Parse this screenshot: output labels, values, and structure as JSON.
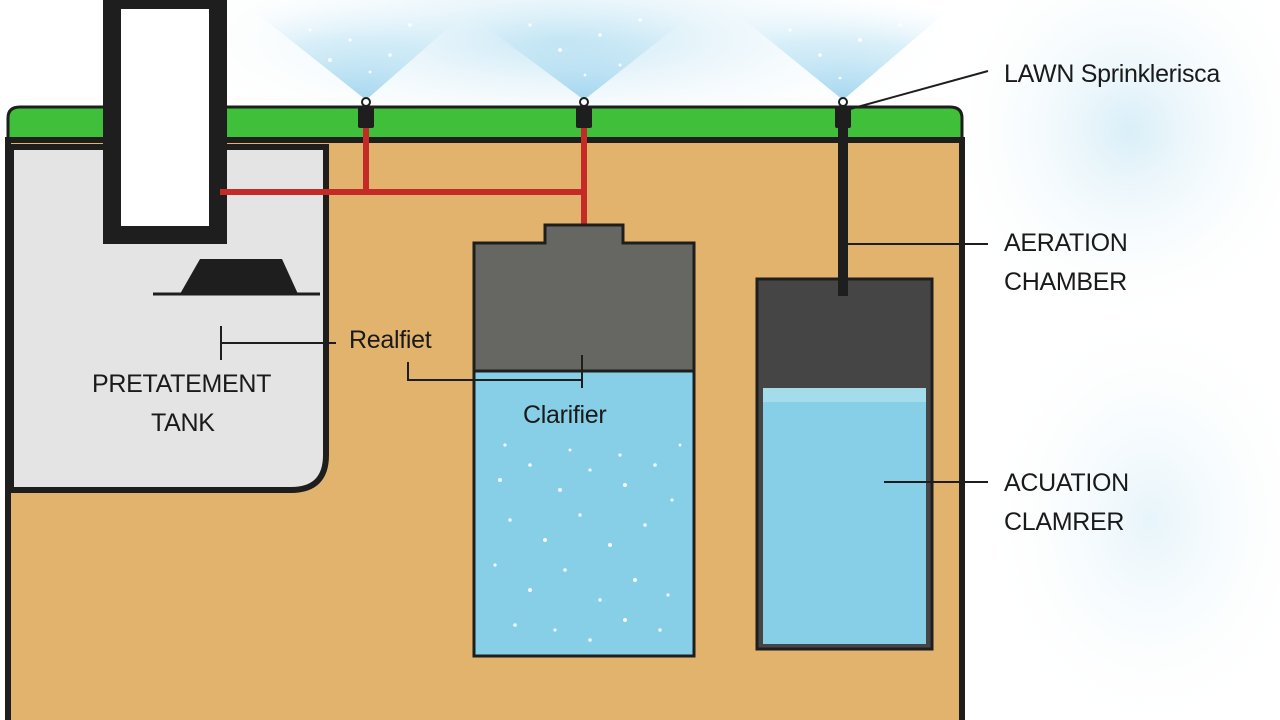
{
  "labels": {
    "sprinklers": "LAWN Sprinklerisca",
    "aeration_chamber": [
      "AERATION",
      "CHAMBER"
    ],
    "actuation_chamber": [
      "ACUATION",
      "CLAMRER"
    ],
    "pretreatment_tank": [
      "PRETATEMENT",
      "TANK"
    ],
    "realfiet": "Realfiet",
    "clarifier": "Clarifier"
  },
  "colors": {
    "grass": "#3fbf3a",
    "soil": "#e2b36c",
    "pretreatment_tank": "#e4e4e4",
    "clarifier_top": "#666662",
    "water": "#86cfe6",
    "aeration_top": "#454545",
    "pipe": "#c42a26",
    "spray": "#b8e0f2"
  }
}
